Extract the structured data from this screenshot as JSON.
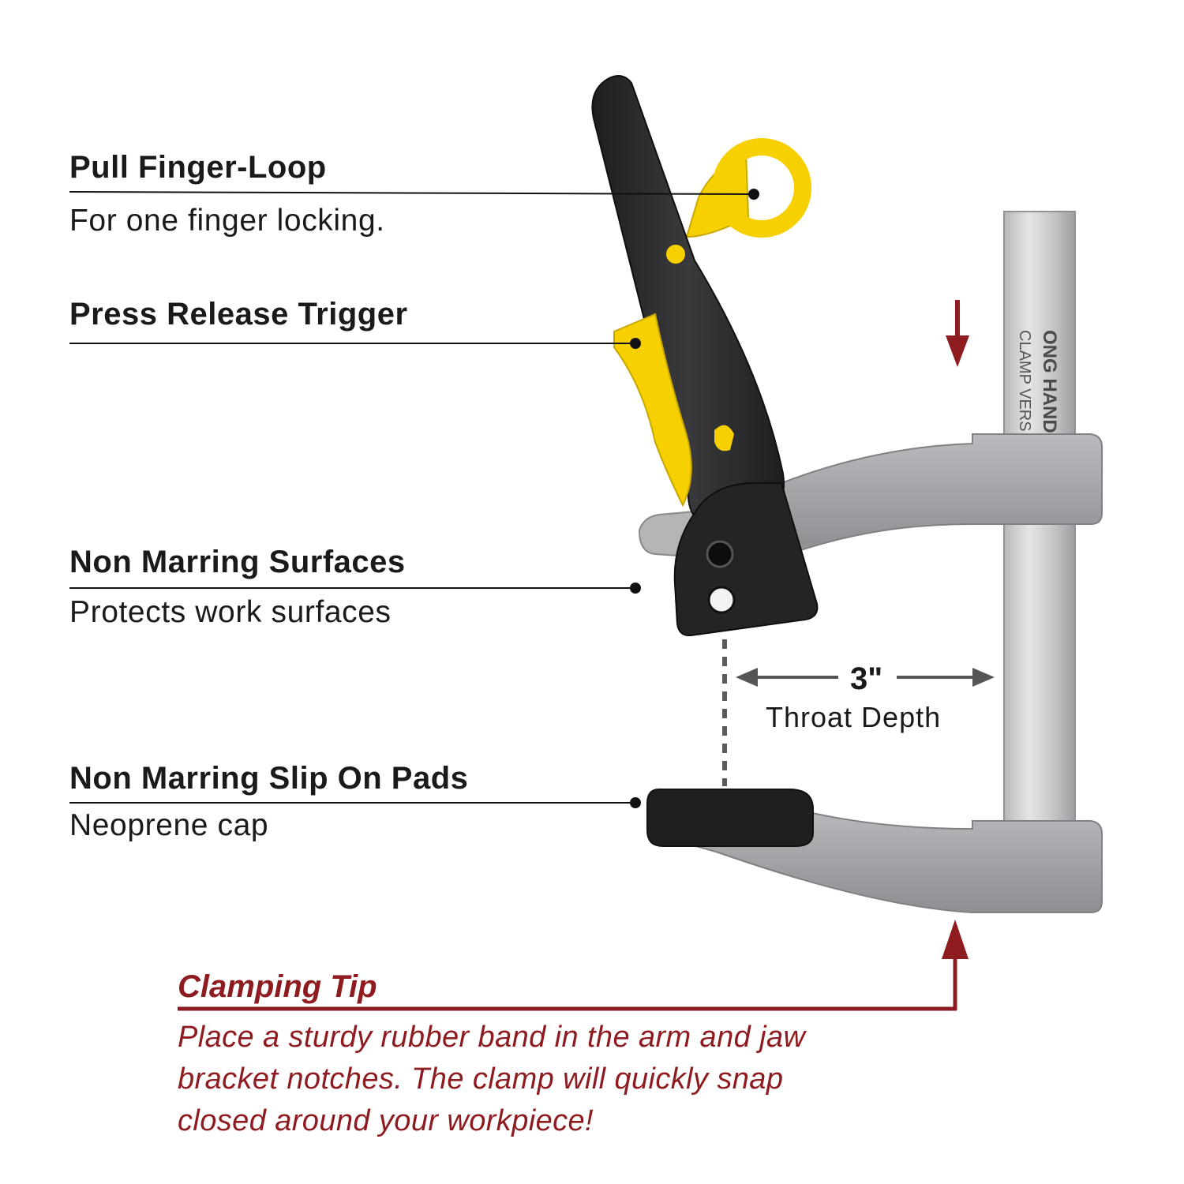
{
  "callouts": [
    {
      "title": "Pull Finger-Loop",
      "desc": "For one finger locking."
    },
    {
      "title": "Press Release Trigger",
      "desc": ""
    },
    {
      "title": "Non Marring Surfaces",
      "desc": "Protects work surfaces"
    },
    {
      "title": "Non Marring Slip On Pads",
      "desc": "Neoprene cap"
    }
  ],
  "dimension": {
    "value": "3\"",
    "label": "Throat Depth"
  },
  "tip": {
    "title": "Clamping Tip",
    "lines": [
      "Place a sturdy rubber band in the arm and jaw",
      "bracket notches. The clamp will quickly snap",
      "closed around your workpiece!"
    ]
  },
  "bar_text": [
    "CLAMP VERS",
    "ONG HAND"
  ],
  "colors": {
    "text": "#1a1a1a",
    "accent": "#8e1b1f",
    "handle": "#2a2a2c",
    "yellow": "#f6d000",
    "metal": "#a7a9ac",
    "bar": "#c9cacc"
  }
}
